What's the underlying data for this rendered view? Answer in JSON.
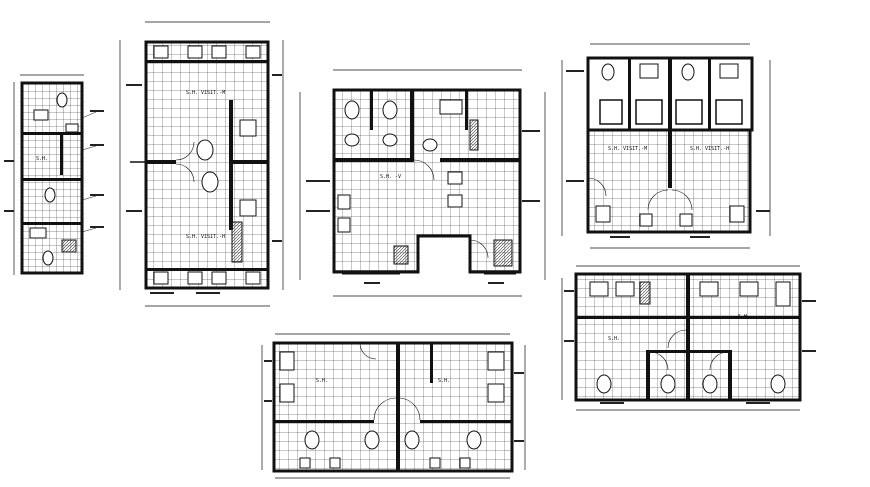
{
  "sheet": {
    "background": "#ffffff",
    "line_color": "#111111",
    "hatch_color": "#333333"
  },
  "plans": [
    {
      "id": "plan-a",
      "room_label": "S.H.",
      "fixtures": 6,
      "tiles": "square-grid"
    },
    {
      "id": "plan-b",
      "room_label": "S.H. VISIT.-M",
      "fixtures": 12,
      "tiles": "square-grid"
    },
    {
      "id": "plan-c",
      "room_label": "S.H. -V",
      "fixtures": 14,
      "tiles": "square-grid"
    },
    {
      "id": "plan-d",
      "room_label": "S.H. VISIT.-M",
      "fixtures": 10,
      "tiles": "square-grid"
    },
    {
      "id": "plan-e",
      "room_label": "S.H.",
      "fixtures": 12,
      "tiles": "square-grid"
    },
    {
      "id": "plan-f",
      "room_label": "S.H.",
      "fixtures": 10,
      "tiles": "square-grid"
    }
  ],
  "labels": {
    "plan_a": "S.H.",
    "plan_b_top": "S.H. VISIT.-M",
    "plan_b_bottom": "S.H. VISIT.-H",
    "plan_c": "S.H. -V",
    "plan_d_left": "S.H. VISIT.-M",
    "plan_d_right": "S.H. VISIT.-H",
    "plan_e_left": "S.H.",
    "plan_e_right": "S.H.",
    "plan_f_left": "S.H.",
    "plan_f_right": "S.H."
  }
}
